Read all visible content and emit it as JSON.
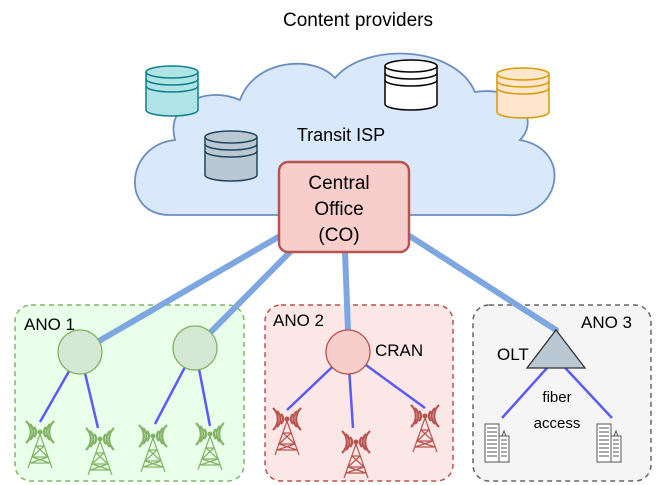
{
  "title": "Content providers",
  "cloud_label": "Transit ISP",
  "central_office": {
    "line1": "Central",
    "line2": "Office",
    "line3": "(CO)"
  },
  "regions": {
    "ano1": {
      "label": "ANO 1"
    },
    "ano2": {
      "label": "ANO 2",
      "node_label": "CRAN"
    },
    "ano3": {
      "label": "ANO 3",
      "node_label": "OLT",
      "access_line1": "fiber",
      "access_line2": "access"
    }
  },
  "colors": {
    "cloud_fill": "#dae8fc",
    "cloud_stroke": "#6c8ebf",
    "co_fill": "#f8cecc",
    "co_stroke": "#b85450",
    "link_thick": "#7ea6e0",
    "link_thin": "#5b5bf5",
    "ano1_fill": "#eaffe9",
    "ano1_stroke": "#82b366",
    "ano2_fill": "#fbe7e6",
    "ano2_stroke": "#b85450",
    "ano3_fill": "#f5f5f5",
    "ano3_stroke": "#666666",
    "db_teal": "#b0e3e6",
    "db_white": "#ffffff",
    "db_orange": "#ffe6cc",
    "db_gray": "#bac8d3"
  },
  "icons": [
    "database-icon",
    "cell-tower-icon",
    "building-icon",
    "olt-triangle-icon"
  ]
}
